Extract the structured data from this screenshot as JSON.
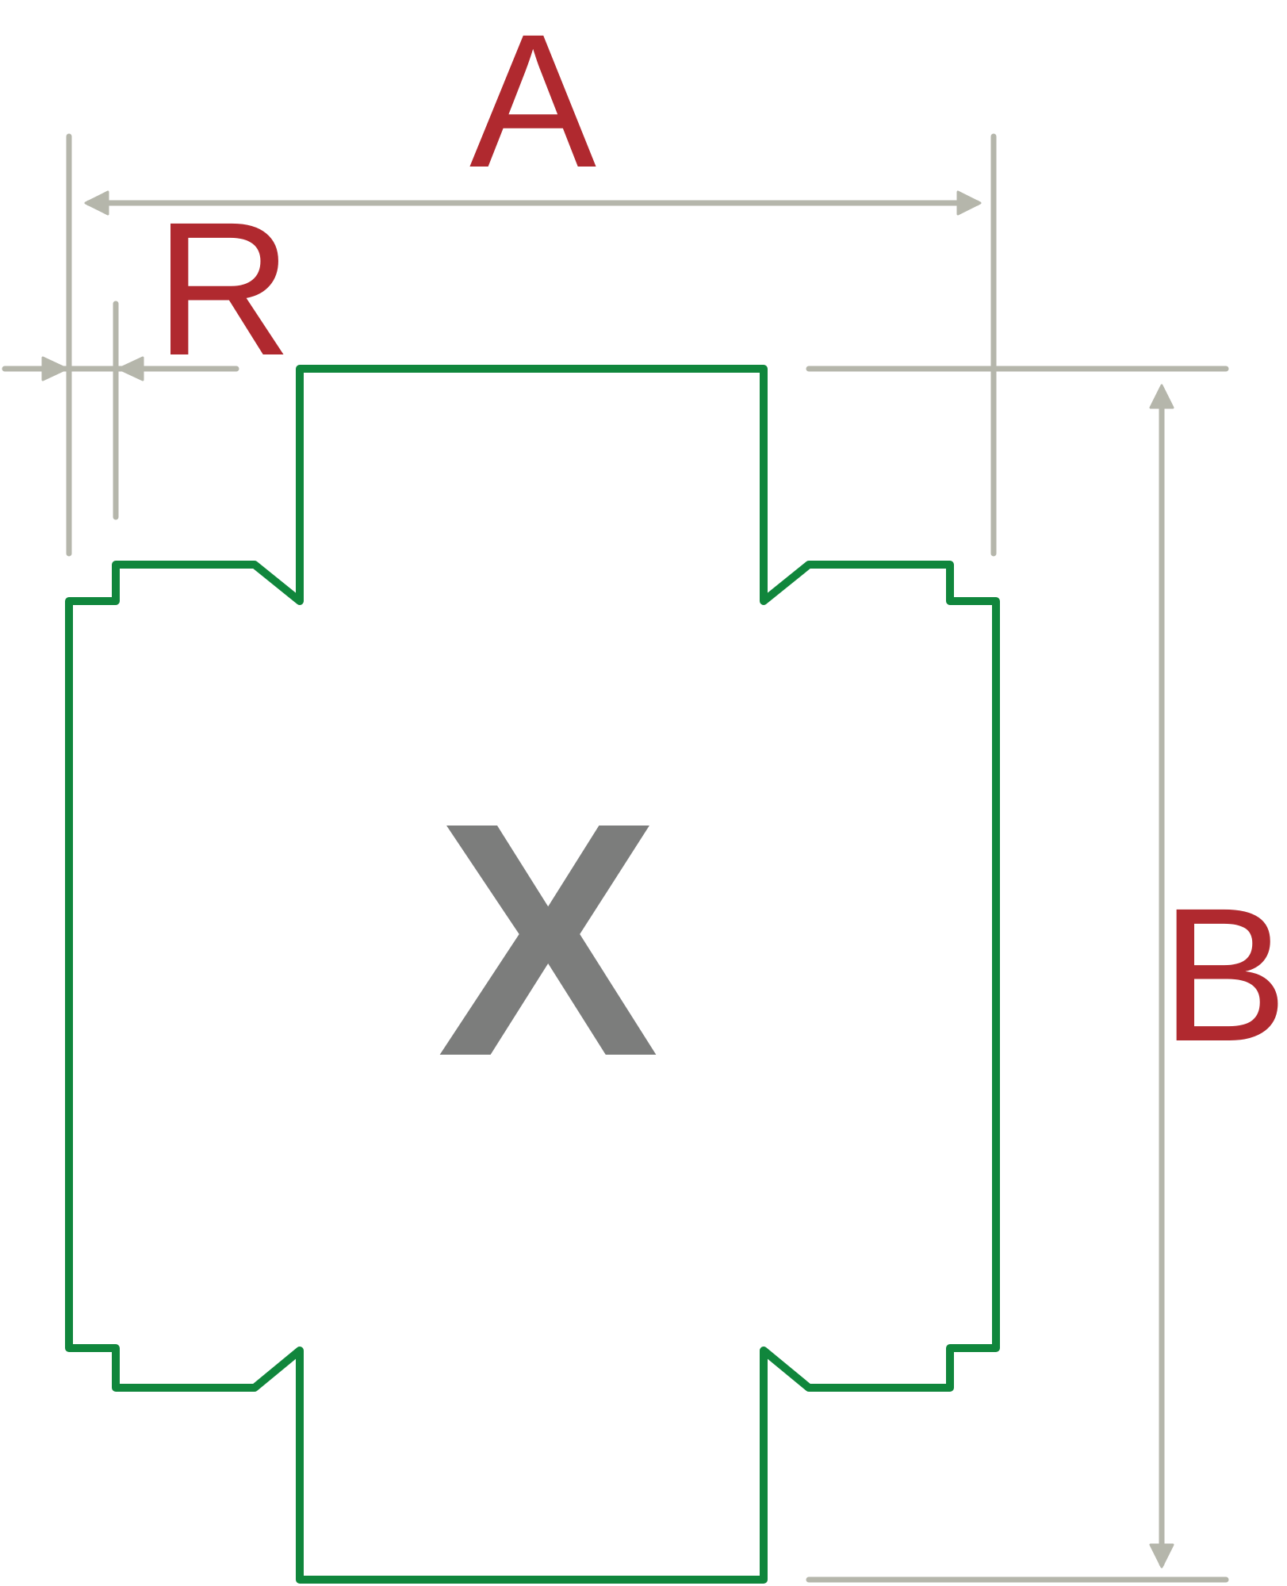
{
  "labels": {
    "width": "A",
    "height": "B",
    "offset": "R",
    "center": "X"
  },
  "colors": {
    "outline": "#10863c",
    "dimension": "#b5b6ab",
    "label": "#b0292f",
    "center_label": "#7c7d7c",
    "background": "#ffffff"
  },
  "icons": {
    "arrow": "arrowhead-icon"
  }
}
